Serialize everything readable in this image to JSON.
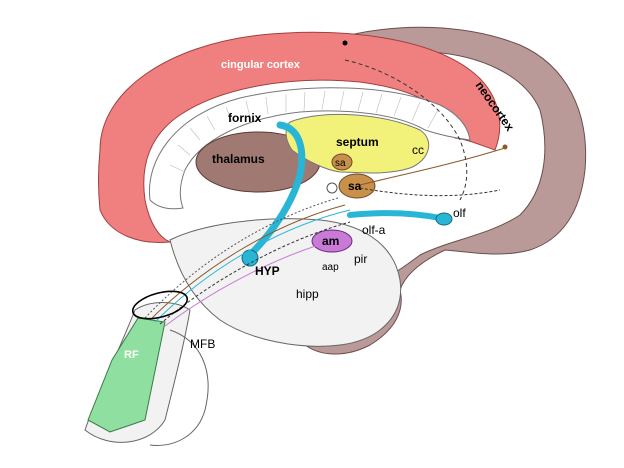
{
  "diagram": {
    "labels": {
      "cingular_cortex": "cingular cortex",
      "neocortex": "neocortex",
      "fornix": "fornix",
      "septum": "septum",
      "thalamus": "thalamus",
      "cc": "cc",
      "sa_small": "sa",
      "sa_large": "sa",
      "olf": "olf",
      "olf_a": "olf-a",
      "am": "am",
      "pir": "pir",
      "aap": "aap",
      "hyp": "HYP",
      "hipp": "hipp",
      "mfb": "MFB",
      "rf": "RF"
    },
    "colors": {
      "cingular_cortex": "#f08080",
      "neocortex": "#b99a98",
      "septum": "#f2f27a",
      "thalamus": "#a07a72",
      "sa": "#c8904a",
      "fornix": "#29b6d6",
      "olf": "#29b6d6",
      "am": "#c97ad6",
      "rf": "#8fe0a0",
      "tract_brown": "#8a5a2a",
      "tract_cyan": "#29b6d6"
    }
  }
}
